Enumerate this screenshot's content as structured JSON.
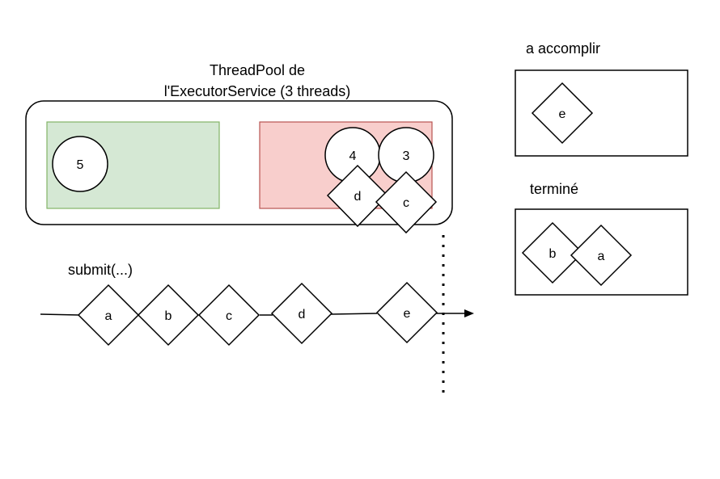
{
  "pool": {
    "title_line1": "ThreadPool de",
    "title_line2": "l'ExecutorService (3 threads)",
    "idle_fill": "#d5e8d4",
    "idle_stroke": "#82b366",
    "busy_fill": "#f8cecc",
    "busy_stroke": "#b85450",
    "idle_threads": [
      "5"
    ],
    "busy_threads": [
      "4",
      "3"
    ],
    "running_tasks": [
      "d",
      "c"
    ]
  },
  "submit": {
    "label": "submit(...)",
    "tasks": [
      "a",
      "b",
      "c",
      "d",
      "e"
    ]
  },
  "todo": {
    "title": "a accomplir",
    "tasks": [
      "e"
    ]
  },
  "done": {
    "title": "terminé",
    "tasks": [
      "b",
      "a"
    ]
  }
}
